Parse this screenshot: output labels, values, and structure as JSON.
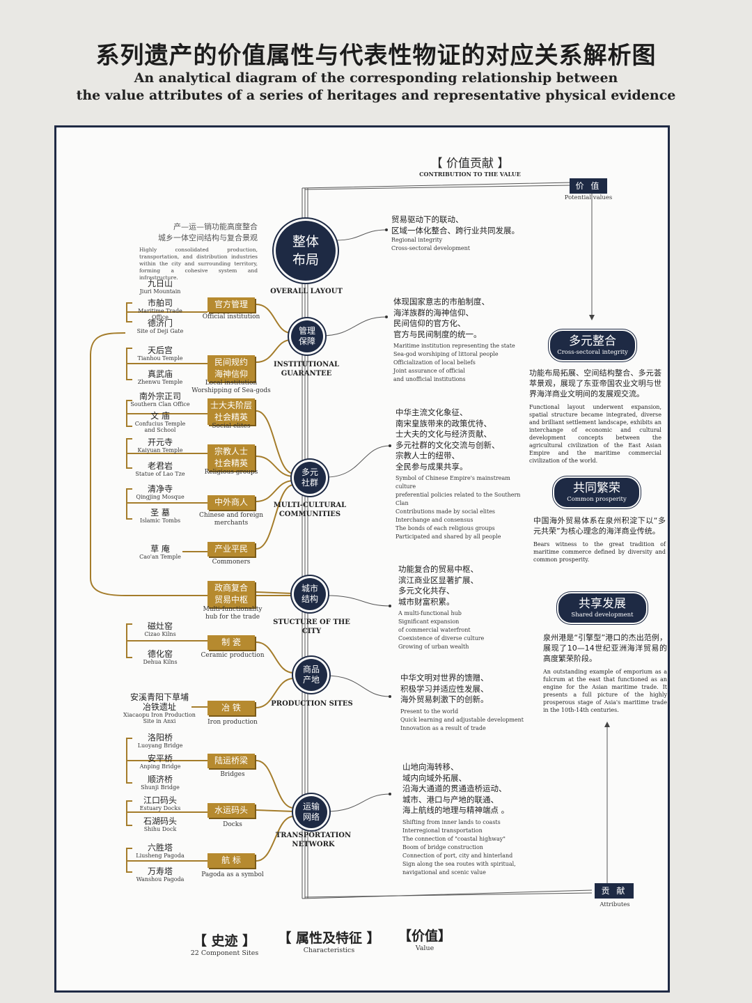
{
  "title": {
    "cn": "系列遗产的价值属性与代表性物证的对应关系解析图",
    "en1": "An analytical diagram of the corresponding relationship between",
    "en2": "the value attributes of a series of heritages and representative physical evidence"
  },
  "top_header": {
    "cn": "【 价值贡献 】",
    "en": "CONTRIBUTION TO THE VALUE"
  },
  "value_tag": {
    "cn": "价 值",
    "en": "Potential values"
  },
  "attr_tag": {
    "cn": "贡 献",
    "en": "Attributes"
  },
  "hubs": {
    "overall": {
      "l1": "整体",
      "l2": "布局",
      "label": "OVERALL LAYOUT"
    },
    "institution": {
      "l1": "管理",
      "l2": "保障",
      "label1": "INSTITUTIONAL",
      "label2": "GUARANTEE"
    },
    "multicultural": {
      "l1": "多元",
      "l2": "社群",
      "label1": "MULTI-CULTURAL",
      "label2": "COMMUNITIES"
    },
    "city": {
      "l1": "城市",
      "l2": "结构",
      "label": "STUCTURE OF THE CITY"
    },
    "production": {
      "l1": "商品",
      "l2": "产地",
      "label": "PRODUCTION SITES"
    },
    "transport": {
      "l1": "运输",
      "l2": "网络",
      "label1": "TRANSPORTATION",
      "label2": "NETWORK"
    }
  },
  "left_note": {
    "cn1": "产—运—销功能高度整合",
    "cn2": "城乡一体空间结构与复合景观",
    "en": "Highly consolidated production, transportation, and distribution industries within the city and surrounding territory, forming a cohesive system and infrastructure."
  },
  "attributes": [
    {
      "cn": "官方管理",
      "en": "Official institution"
    },
    {
      "cn1": "民间规约",
      "cn2": "海神信仰",
      "en1": "Local institution",
      "en2": "Worshipping of Sea-gods"
    },
    {
      "cn1": "士大夫阶层",
      "cn2": "社会精英",
      "en": "Social elites"
    },
    {
      "cn1": "宗教人士",
      "cn2": "社会精英",
      "en": "Religious groups"
    },
    {
      "cn": "中外商人",
      "en1": "Chinese and foreign",
      "en2": "merchants"
    },
    {
      "cn": "产业平民",
      "en": "Commoners"
    },
    {
      "cn1": "政商复合",
      "cn2": "贸易中枢",
      "en1": "Multi-functionality",
      "en2": "hub for the trade"
    },
    {
      "cn": "制 瓷",
      "en": "Ceramic production"
    },
    {
      "cn": "冶 铁",
      "en": "Iron production"
    },
    {
      "cn": "陆运桥梁",
      "en": "Bridges"
    },
    {
      "cn": "水运码头",
      "en": "Docks"
    },
    {
      "cn": "航 标",
      "en": "Pagoda as a symbol"
    }
  ],
  "sites": [
    {
      "cn": "九日山",
      "en": "Jiuri Mountain"
    },
    {
      "cn": "市舶司",
      "en": "Maritime Trade Office"
    },
    {
      "cn": "德济门",
      "en": "Site of Deji Gate"
    },
    {
      "cn": "天后宫",
      "en": "Tianhou Temple"
    },
    {
      "cn": "真武庙",
      "en": "Zhenwu Temple"
    },
    {
      "cn": "南外宗正司",
      "en": "Southern Clan Office"
    },
    {
      "cn": "文 庙",
      "en1": "Confucius Temple",
      "en2": "and School"
    },
    {
      "cn": "开元寺",
      "en": "Kaiyuan Temple"
    },
    {
      "cn": "老君岩",
      "en": "Statue of Lao Tze"
    },
    {
      "cn": "清净寺",
      "en": "Qingjing Mosque"
    },
    {
      "cn": "圣 墓",
      "en": "Islamic Tombs"
    },
    {
      "cn": "草 庵",
      "en": "Cao'an Temple"
    },
    {
      "cn": "磁灶窑",
      "en": "Cizao Kilns"
    },
    {
      "cn": "德化窑",
      "en": "Dehua Kilns"
    },
    {
      "cn1": "安溪青阳下草埔",
      "cn2": "冶铁遗址",
      "en1": "Xiacaopu Iron Production",
      "en2": "Site in Anxi"
    },
    {
      "cn": "洛阳桥",
      "en": "Luoyang Bridge"
    },
    {
      "cn": "安平桥",
      "en": "Anping Bridge"
    },
    {
      "cn": "顺济桥",
      "en": "Shunji Bridge"
    },
    {
      "cn": "江口码头",
      "en": "Estuary Docks"
    },
    {
      "cn": "石湖码头",
      "en": "Shihu Dock"
    },
    {
      "cn": "六胜塔",
      "en": "Liusheng Pagoda"
    },
    {
      "cn": "万寿塔",
      "en": "Wanshou Pagoda"
    }
  ],
  "contributions": [
    {
      "cn": [
        "贸易驱动下的联动、",
        "区域一体化整合、跨行业共同发展。"
      ],
      "en": [
        "Regional integrity",
        "Cross-sectoral development"
      ]
    },
    {
      "cn": [
        "体现国家意志的市舶制度、",
        "海洋族群的海神信仰、",
        "民间信仰的官方化、",
        "官方与民间制度的统一。"
      ],
      "en": [
        "Maritime institution representing the state",
        "Sea-god worshiping of littoral people",
        "Officialization of local beliefs",
        "Joint assurance of official",
        "and unofficial institutions"
      ]
    },
    {
      "cn": [
        "中华主流文化象征、",
        "南宋皇族带来的政策优待、",
        "士大夫的文化与经济贡献、",
        "多元社群的文化交流与创新、",
        "宗教人士的纽带、",
        "全民参与成果共享。"
      ],
      "en": [
        "Symbol of Chinese Empire's mainstream culture",
        "preferential policies related to the Southern Clan",
        "Contributions made by social elites",
        "Interchange and consensus",
        "The bonds of each religious groups",
        "Participated and shared by all people"
      ]
    },
    {
      "cn": [
        "功能复合的贸易中枢、",
        "滨江商业区显著扩展、",
        "多元文化共存、",
        "城市财富积累。"
      ],
      "en": [
        "A multi-functional hub",
        "Significant expansion",
        "of commercial waterfront",
        "Coexistence of diverse culture",
        "Growing of urban wealth"
      ]
    },
    {
      "cn": [
        "中华文明对世界的馈赠、",
        "积极学习并适应性发展、",
        "海外贸易刺激下的创新。"
      ],
      "en": [
        "Present to the world",
        "Quick learning and adjustable development",
        "Innovation as a result of trade"
      ]
    },
    {
      "cn": [
        "山地向海转移、",
        "域内向域外拓展、",
        "沿海大通道的贯通造桥运动、",
        "城市、港口与产地的联通、",
        "海上航线的地理与精神端点 。"
      ],
      "en": [
        "Shifting from inner lands to coasts",
        "Interregional transportation",
        "The connection of \"coastal highway\"",
        "Boom of bridge construction",
        "Connection of port, city and hinterland",
        "Sign along the sea routes with spiritual,",
        "navigational and scenic value"
      ]
    }
  ],
  "values": [
    {
      "cn": "多元整合",
      "en": "Cross-sectoral integrity",
      "desc_cn": "功能布局拓展、空间结构整合、多元荟萃景观，展现了东亚帝国农业文明与世界海洋商业文明间的发展观交流。",
      "desc_en": "Functional layout underwent expansion, spatial structure became integrated, diverse and brilliant settlement landscape, exhibits an interchange of economic and cultural development concepts between the agricultural civilization of the East Asian Empire and the maritime commercial civilization of the world."
    },
    {
      "cn": "共同繁荣",
      "en": "Common prosperity",
      "desc_cn": "中国海外贸易体系在泉州积淀下以“多元共荣”为核心理念的海洋商业传统。",
      "desc_en": "Bears witness to the great tradition of maritime commerce defined by diversity and common prosperity."
    },
    {
      "cn": "共享发展",
      "en": "Shared development",
      "desc_cn": "泉州港是“引擎型”港口的杰出范例，展现了10—14世纪亚洲海洋贸易的高度繁荣阶段。",
      "desc_en": "An outstanding example of emporium as a fulcrum at the east that functioned as an engine for the Asian maritime trade. It presents a full picture of the highly prosperous stage of Asia's maritime trade in the 10th-14th centuries."
    }
  ],
  "footer": [
    {
      "cn": "【 史迹 】",
      "en": "22 Component Sites"
    },
    {
      "cn": "【 属性及特征 】",
      "en": "Characteristics"
    },
    {
      "cn": "【价值】",
      "en": "Value"
    }
  ]
}
